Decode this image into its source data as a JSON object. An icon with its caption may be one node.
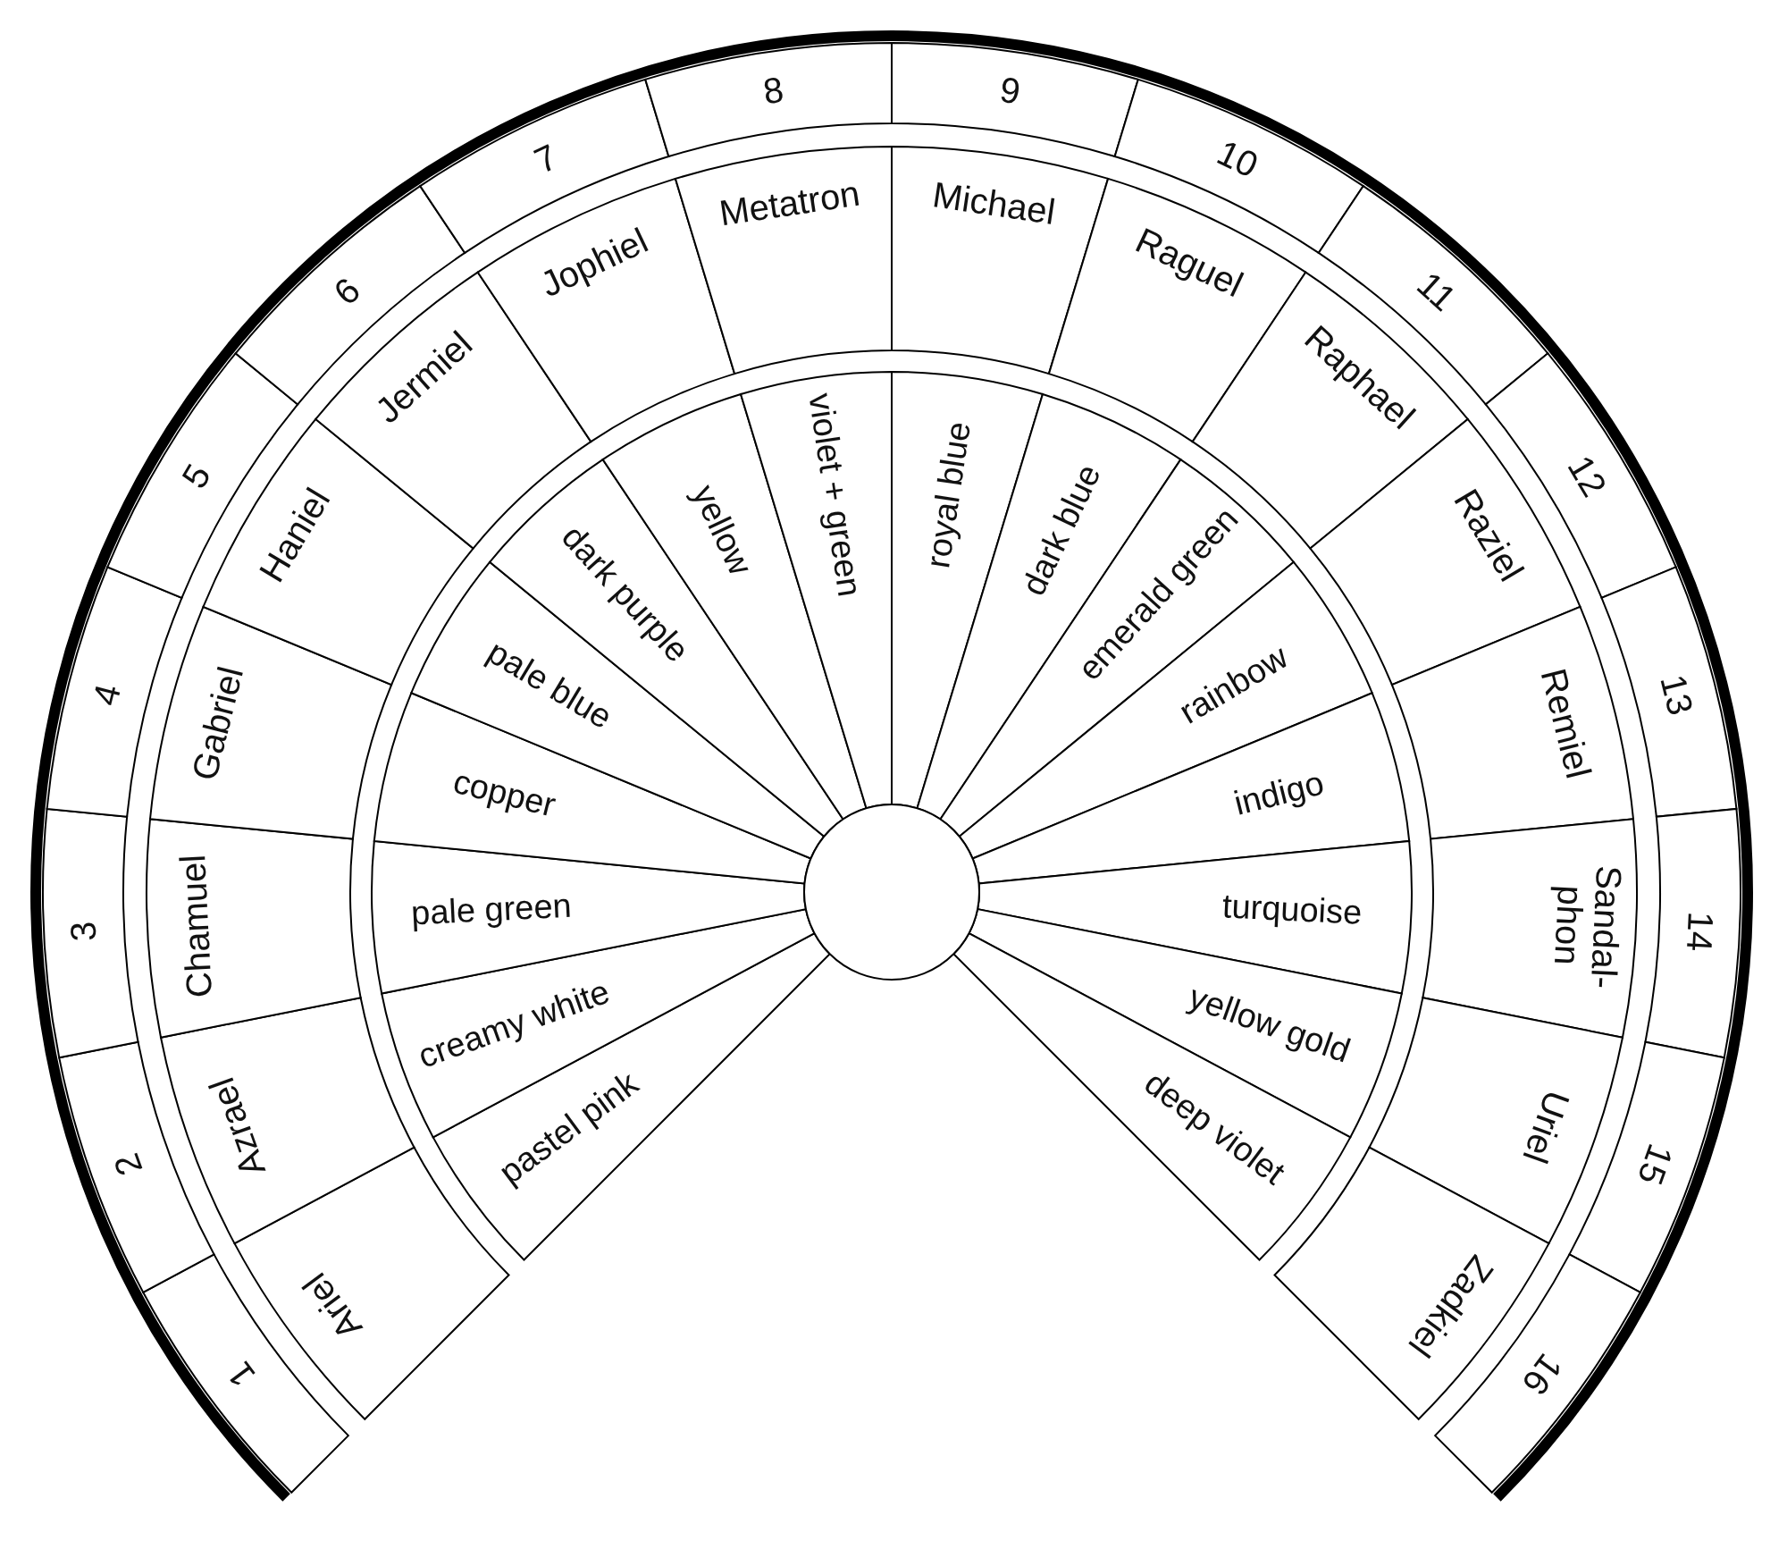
{
  "diagram": {
    "nodes": [
      {
        "text": [
          "1"
        ]
      },
      {
        "text": [
          "2"
        ]
      },
      {
        "text": [
          "3"
        ]
      },
      {
        "text": [
          "4"
        ]
      },
      {
        "text": [
          "5"
        ]
      },
      {
        "text": [
          "6"
        ]
      },
      {
        "text": [
          "7"
        ]
      },
      {
        "text": [
          "8"
        ]
      },
      {
        "text": [
          "9"
        ]
      },
      {
        "text": [
          "10"
        ]
      },
      {
        "text": [
          "11"
        ]
      },
      {
        "text": [
          "12"
        ]
      },
      {
        "text": [
          "13"
        ]
      },
      {
        "text": [
          "14"
        ]
      },
      {
        "text": [
          "15"
        ]
      },
      {
        "text": [
          "16"
        ]
      },
      {
        "text": [
          "Ariel"
        ]
      },
      {
        "text": [
          "Azrael"
        ]
      },
      {
        "text": [
          "Chamuel"
        ]
      },
      {
        "text": [
          "Gabriel"
        ]
      },
      {
        "text": [
          "Haniel"
        ]
      },
      {
        "text": [
          "Jermiel"
        ]
      },
      {
        "text": [
          "Jophiel"
        ]
      },
      {
        "text": [
          "Metatron"
        ]
      },
      {
        "text": [
          "Michael"
        ]
      },
      {
        "text": [
          "Raguel"
        ]
      },
      {
        "text": [
          "Raphael"
        ]
      },
      {
        "text": [
          "Raziel"
        ]
      },
      {
        "text": [
          "Remiel"
        ]
      },
      {
        "text": [
          "Sandal-phon"
        ]
      },
      {
        "text": [
          "Uriel"
        ]
      },
      {
        "text": [
          "Zadkiel"
        ]
      },
      {
        "text": [
          "pastel pink"
        ]
      },
      {
        "text": [
          "creamy white"
        ]
      },
      {
        "text": [
          "pale green"
        ]
      },
      {
        "text": [
          "copper"
        ]
      },
      {
        "text": [
          "pale blue"
        ]
      },
      {
        "text": [
          "dark purple"
        ]
      },
      {
        "text": [
          "yellow"
        ]
      },
      {
        "text": [
          "violet + green"
        ]
      },
      {
        "text": [
          "royal blue"
        ]
      },
      {
        "text": [
          "dark blue"
        ]
      },
      {
        "text": [
          "emerald green"
        ]
      },
      {
        "text": [
          "rainbow"
        ]
      },
      {
        "text": [
          "indigo"
        ]
      },
      {
        "text": [
          "turquoise"
        ]
      },
      {
        "text": [
          "yellow gold"
        ]
      },
      {
        "text": [
          "deep violet"
        ]
      },
      {
        "text": [],
        "shape": "circle"
      }
    ]
  }
}
